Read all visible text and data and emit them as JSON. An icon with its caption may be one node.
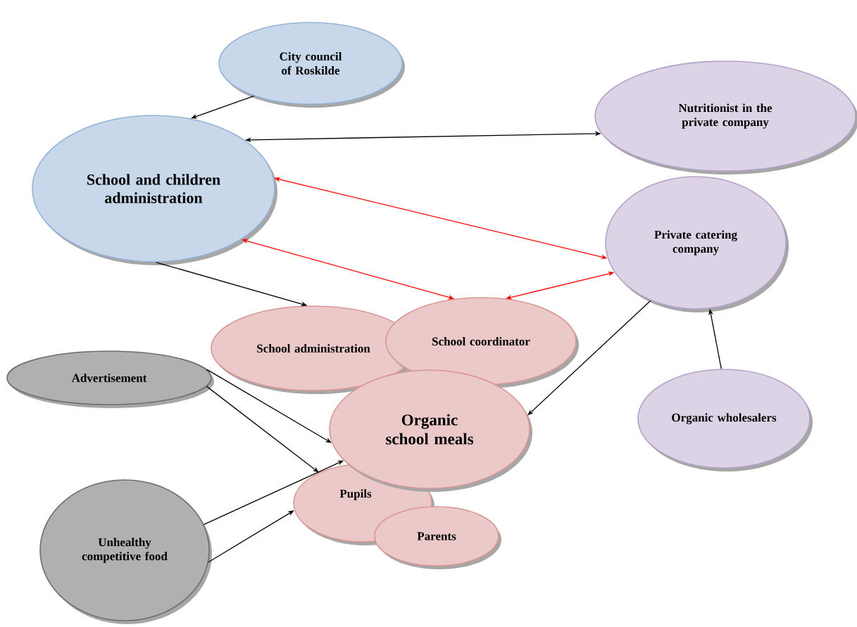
{
  "diagram": {
    "nodes": [
      {
        "text": [
          "City council of Roskilde"
        ]
      },
      {
        "text": [
          "Nutritionist in the private company"
        ]
      },
      {
        "text": [
          "School and children administration"
        ]
      },
      {
        "text": [
          "Private catering company"
        ]
      },
      {
        "text": [
          "School administration"
        ]
      },
      {
        "text": [
          "School coordinator"
        ]
      },
      {
        "text": [
          "Advertisement"
        ]
      },
      {
        "text": [
          "Organic school meals"
        ]
      },
      {
        "text": [
          "Organic wholesalers"
        ]
      },
      {
        "text": [
          "Pupils"
        ]
      },
      {
        "text": [
          "Parents"
        ]
      },
      {
        "text": [
          "Unhealthy competitive food"
        ]
      }
    ],
    "edges": [
      {
        "from": 0,
        "to": 2,
        "arrow": "to"
      },
      {
        "from": 2,
        "to": 1,
        "arrow": "both"
      },
      {
        "from": 2,
        "to": 3,
        "arrow": "both",
        "color": "#ff0000"
      },
      {
        "from": 2,
        "to": 5,
        "arrow": "both",
        "color": "#ff0000"
      },
      {
        "from": 5,
        "to": 3,
        "arrow": "both",
        "color": "#ff0000"
      },
      {
        "from": 2,
        "to": 4,
        "arrow": "to"
      },
      {
        "from": 3,
        "to": 7,
        "arrow": "to"
      },
      {
        "from": 8,
        "to": 3,
        "arrow": "to"
      },
      {
        "from": 6,
        "to": 7,
        "arrow": "to"
      },
      {
        "from": 6,
        "to": 9,
        "arrow": "to"
      },
      {
        "from": 11,
        "to": 7,
        "arrow": "to"
      },
      {
        "from": 11,
        "to": 9,
        "arrow": "to"
      }
    ]
  }
}
